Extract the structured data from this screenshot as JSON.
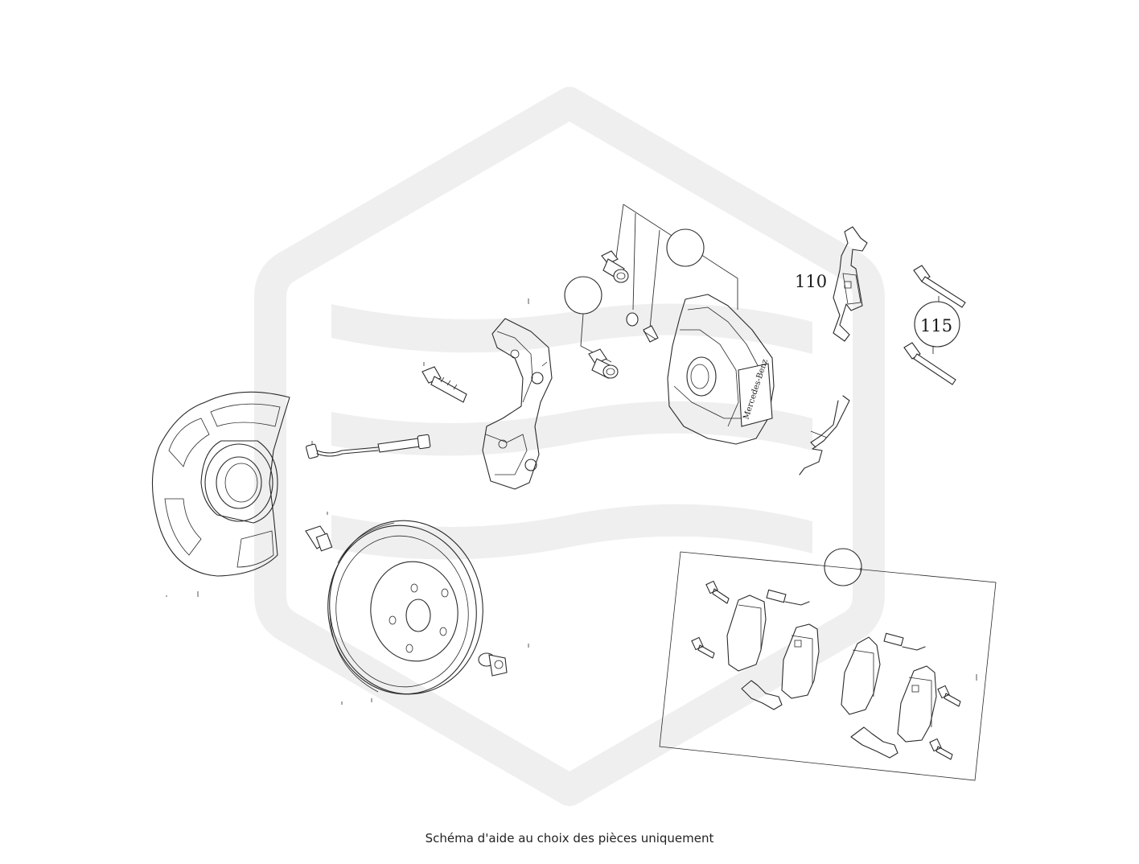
{
  "diagram": {
    "callouts": [
      {
        "id": "pad-bracket",
        "label": "110"
      },
      {
        "id": "guide-pin",
        "label": "115"
      },
      {
        "id": "bushing-upper",
        "label": ""
      },
      {
        "id": "bushing-lower",
        "label": ""
      },
      {
        "id": "pad-kit",
        "label": ""
      }
    ],
    "caliper_brand_text": "Mercedes-Benz",
    "colors": {
      "line": "#2a2a2a",
      "watermark": "#efefef",
      "background": "#ffffff"
    }
  },
  "caption": "Schéma d'aide au choix des pièces uniquement"
}
